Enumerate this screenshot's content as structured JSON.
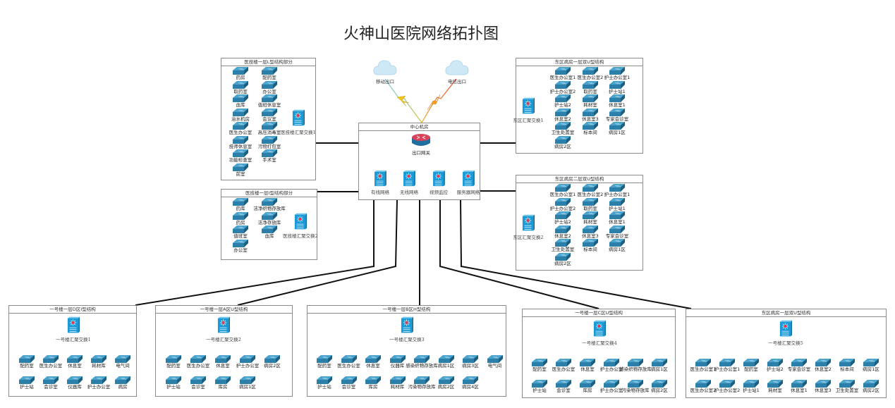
{
  "title": "火神山医院网络拓扑图",
  "clouds": {
    "mobile": "移动出口",
    "telecom": "电信出口"
  },
  "center": {
    "header": "中心机房",
    "router": "出口网关",
    "switches": [
      "有线网络",
      "无线网络",
      "视频监控",
      "服务器网络"
    ]
  },
  "medL": {
    "header": "医技楼一层L型结构部分",
    "agg": "医技楼汇聚交换1",
    "col1": [
      "药房",
      "取药室",
      "血库",
      "治水机房",
      "医生办公室",
      "技师休息室",
      "功能检查室",
      "前室"
    ],
    "col2": [
      "配药室",
      "办公室",
      "值班休息室",
      "会议室",
      "高压消毒室",
      "污物打包室",
      "手术室"
    ]
  },
  "medI": {
    "header": "医技楼一层I型结构部分",
    "agg": "医技楼汇聚交换2",
    "col1": [
      "药库",
      "药房",
      "值班室",
      "办公室"
    ],
    "col2": [
      "洁净织物存放库",
      "洁净存放库",
      "血库"
    ]
  },
  "east1": {
    "header": "东区病房一层双U型结构",
    "agg": "东区汇聚交换1",
    "rows": [
      [
        "医生办公室1",
        "医生办公室2",
        "护士办公室1"
      ],
      [
        "护士办公室2",
        "取药室",
        "护士站1"
      ],
      [
        "护士站2",
        "耗材室",
        "休息室1"
      ],
      [
        "休息室2",
        "休息室3",
        "专家会诊室"
      ],
      [
        "卫生处置室",
        "标本间",
        "病房1区"
      ],
      [
        "病房2区"
      ]
    ]
  },
  "east2": {
    "header": "东区病房二层双U型结构",
    "agg": "东区汇聚交换2",
    "rows": [
      [
        "医生办公室1",
        "医生办公室2",
        "护士办公室1"
      ],
      [
        "护士办公室2",
        "取药室",
        "护士站1"
      ],
      [
        "护士站2",
        "耗材室",
        "休息室1"
      ],
      [
        "休息室2",
        "休息室3",
        "专家会诊室"
      ],
      [
        "卫生处置室",
        "标本间",
        "病房1区"
      ],
      [
        "病房2区"
      ]
    ]
  },
  "b1": {
    "header": "一号楼一层D区I型结构",
    "agg": "一号楼汇聚交换1",
    "row1": [
      "配药室",
      "医生办公室",
      "休息室",
      "耗材库",
      "电气间"
    ],
    "row2": [
      "护士站",
      "会诊室",
      "仪器库",
      "护士办公室",
      "病房"
    ]
  },
  "b2": {
    "header": "一号楼一层A区U型结构",
    "agg": "一号楼汇聚交换2",
    "row1": [
      "配药室",
      "医生办公室",
      "休息室",
      "护士办公室",
      "病房2区"
    ],
    "row2": [
      "护士站",
      "会诊室",
      "库房",
      "病房1区"
    ]
  },
  "b3": {
    "header": "一号楼一层B区H型结构",
    "agg": "一号楼汇聚交换3",
    "row1": [
      "配药室",
      "医生办公室",
      "休息室",
      "仪器库",
      "感染织物存放库",
      "病房1区",
      "病房3区",
      "电气间"
    ],
    "row2": [
      "护士站",
      "会诊室",
      "库房",
      "耗材库",
      "污染物存放库",
      "病房2区",
      "病房4区"
    ]
  },
  "b4": {
    "header": "一号楼一层C区U型结构",
    "agg": "一号楼汇聚交换4",
    "row1": [
      "配药室",
      "医生办公室",
      "休息室",
      "护士办公室",
      "感染织物存放库",
      "病房1区"
    ],
    "row2": [
      "护士站",
      "会诊室",
      "库房",
      "护士办公室",
      "污染物存放库",
      "病房2区"
    ]
  },
  "b5": {
    "header": "东区病房一层双U型结构",
    "agg": "一号楼汇聚交换5",
    "row1": [
      "医生办公室1",
      "护士办公室1",
      "配药室",
      "护士站2",
      "专家会诊室",
      "休息室2",
      "标本间",
      "病房1区"
    ],
    "row2": [
      "医生办公室2",
      "护士办公室2",
      "护士站1",
      "耗材室",
      "休息室1",
      "休息室3",
      "卫生处置室",
      "病房2区"
    ]
  },
  "colors": {
    "switch": "#1f6e96",
    "core": "#1a9bd7",
    "router": "#d9435a",
    "link": "#111111",
    "mobileBolt": "#b8c93a",
    "telecomBolt": "#f08a1f"
  }
}
